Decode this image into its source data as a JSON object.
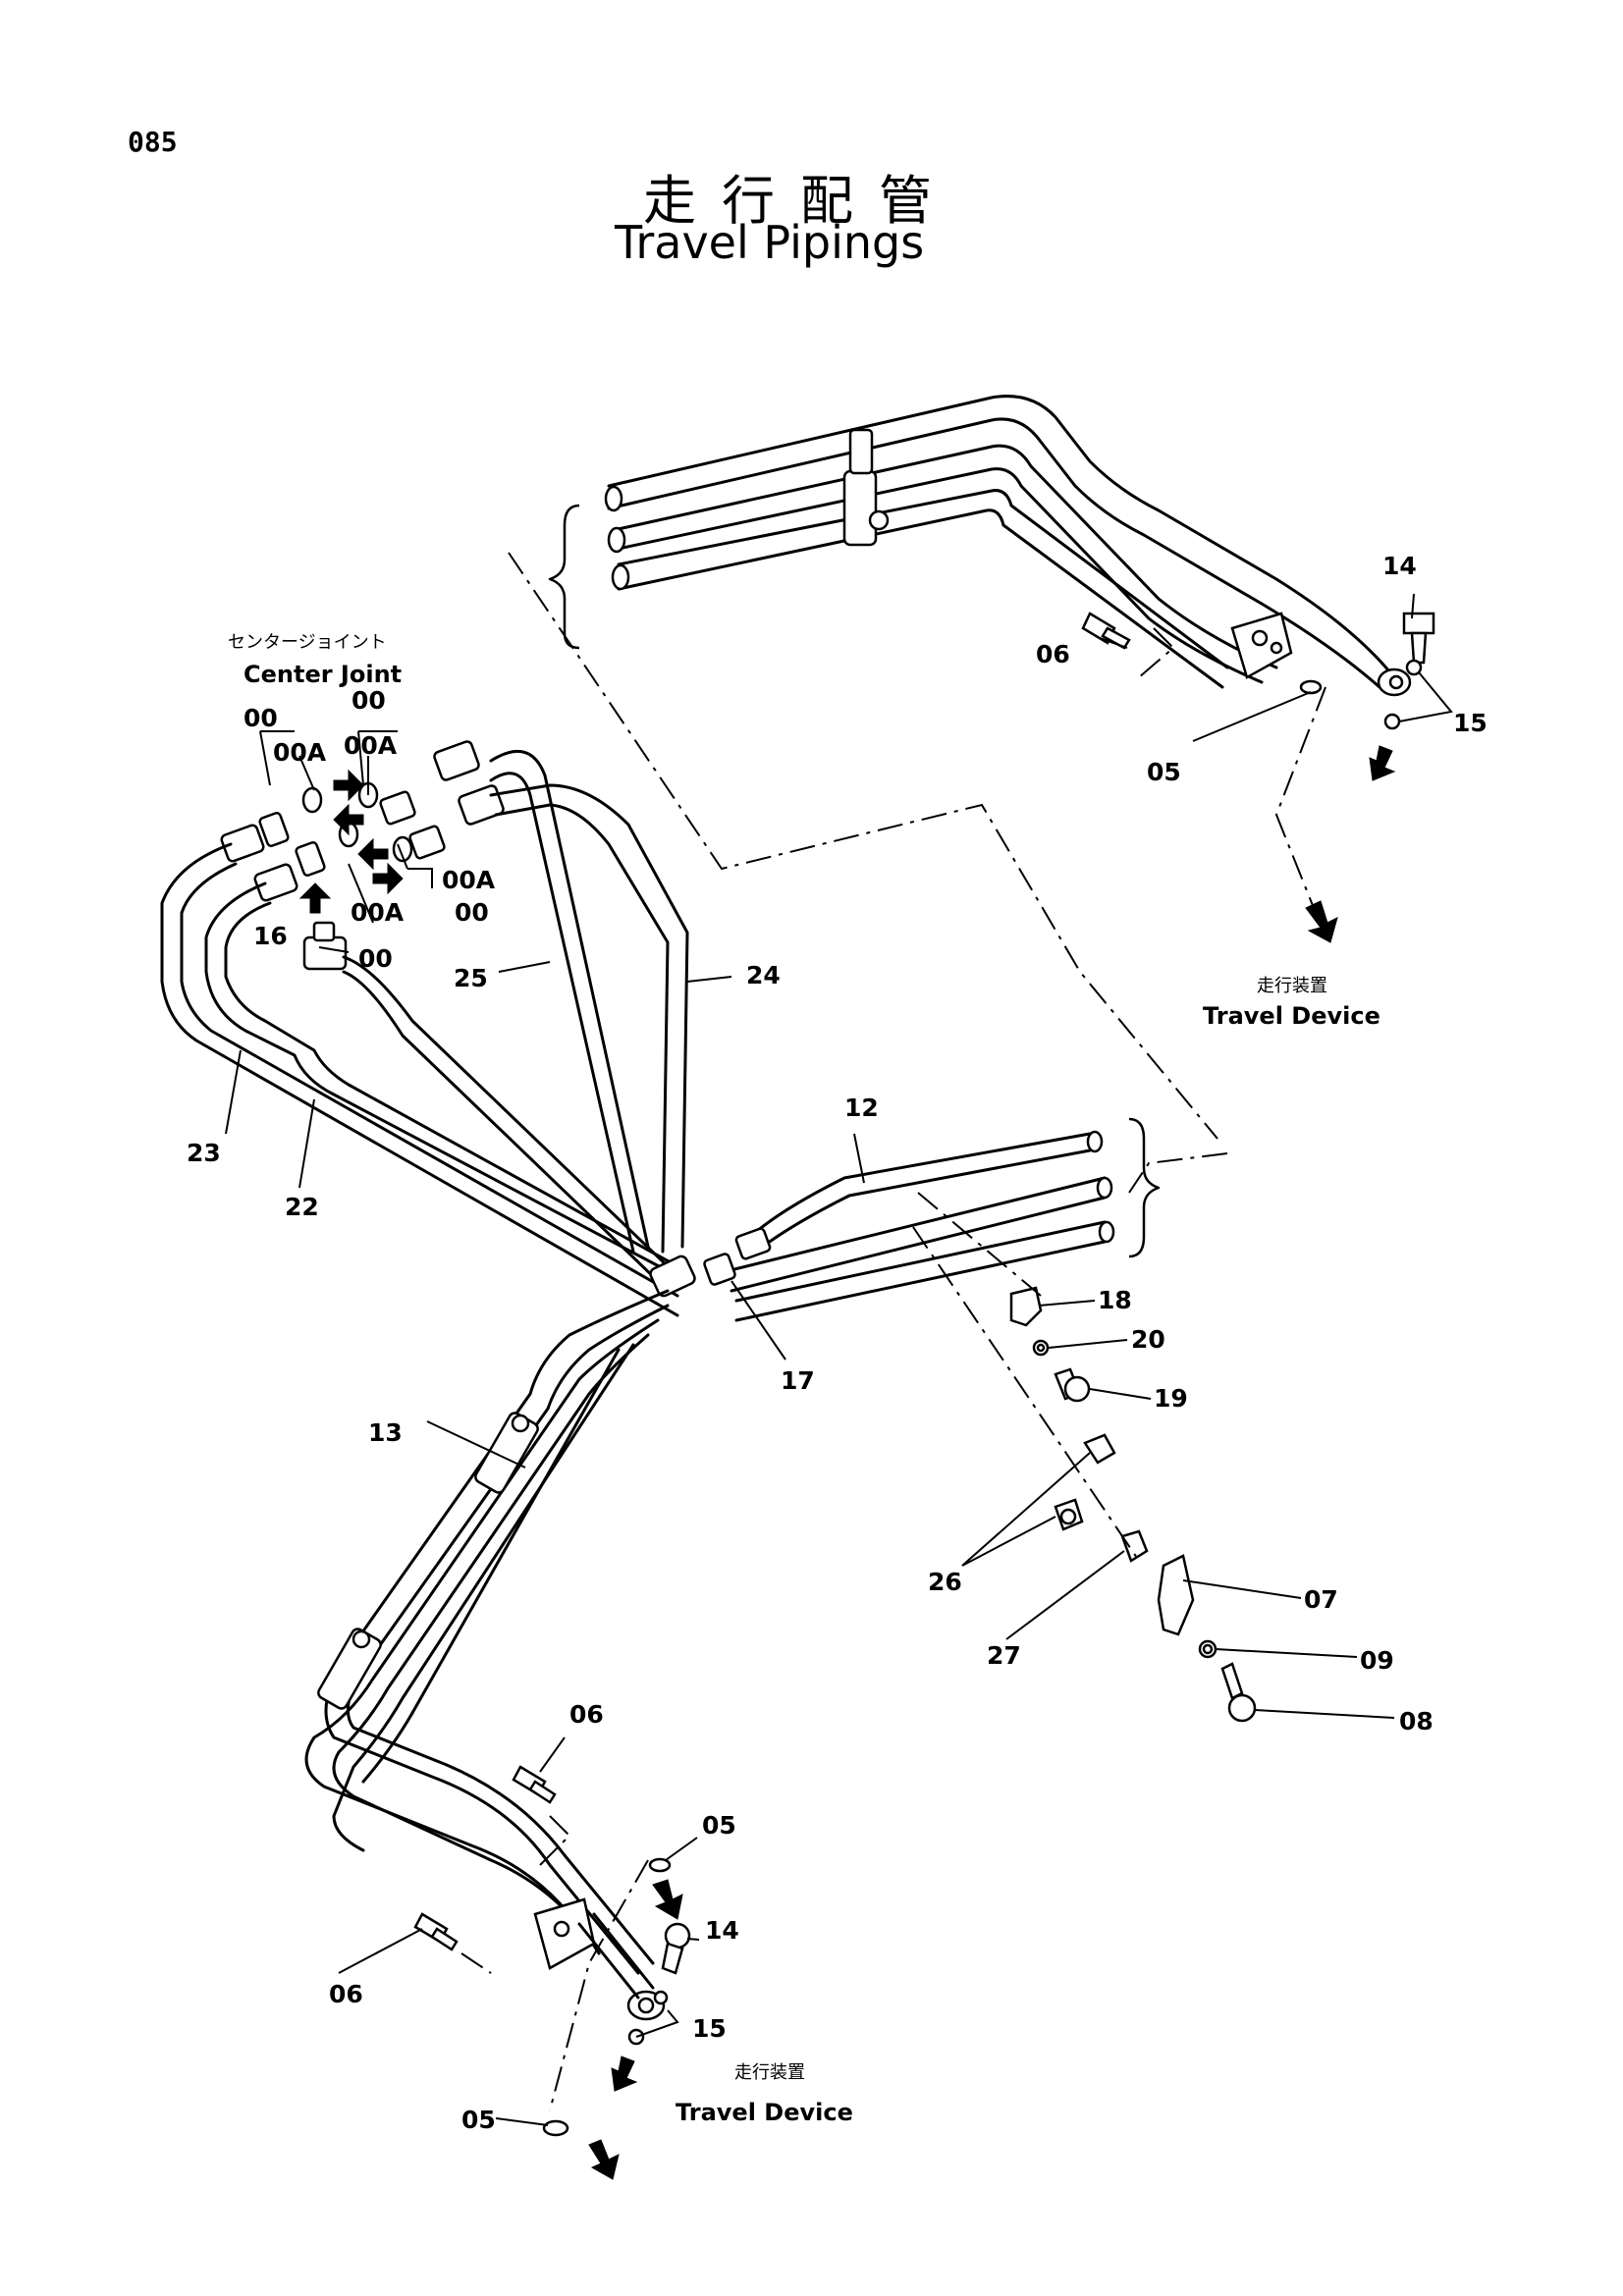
{
  "page_number": "085",
  "title": {
    "japanese": "走行配管",
    "english": "Travel Pipings"
  },
  "captions": {
    "center_joint_jp": "センタージョイント",
    "center_joint_en": "Center Joint",
    "travel_device_jp": "走行装置",
    "travel_device_en": "Travel Device"
  },
  "part_labels": {
    "p00": "00",
    "p00a": "00A",
    "p05": "05",
    "p06": "06",
    "p07": "07",
    "p08": "08",
    "p09": "09",
    "p12": "12",
    "p13": "13",
    "p14": "14",
    "p15": "15",
    "p16": "16",
    "p17": "17",
    "p18": "18",
    "p19": "19",
    "p20": "20",
    "p22": "22",
    "p23": "23",
    "p24": "24",
    "p25": "25",
    "p26": "26",
    "p27": "27"
  }
}
